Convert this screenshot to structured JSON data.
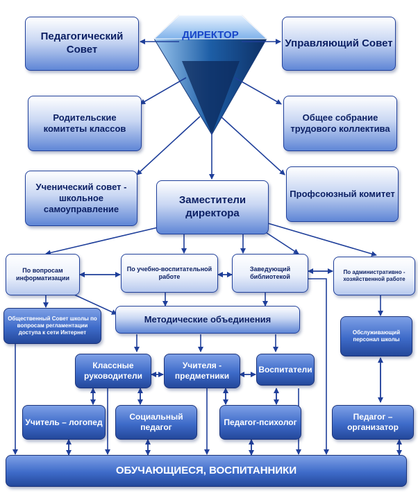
{
  "director": "ДИРЕКТОР",
  "boxes": {
    "ped_council": "Педагогический Совет",
    "manage_council": "Управляющий Совет",
    "parent_committees": "Родительские комитеты классов",
    "general_meeting": "Общее собрание трудового коллектива",
    "student_council": "Ученический совет - школьное самоуправление",
    "trade_union": "Профсоюзный комитет",
    "deputies": "Заместители директора",
    "info_questions": "По вопросам информатизации",
    "educational_work": "По учебно-воспитательной работе",
    "library_head": "Заведующий библиотекой",
    "admin_work": "По административно - хозяйственной работе",
    "public_council": "Общественный Совет школы по вопросам регламентации доступа к сети Интернет",
    "method_unions": "Методические объединения",
    "service_staff": "Обслуживающий персонал школы",
    "class_teachers": "Классные руководители",
    "subject_teachers": "Учителя - предметники",
    "educators": "Воспитатели",
    "speech_therapist": "Учитель – логопед",
    "social_pedagogue": "Социальный педагог",
    "psychologist": "Педагог-психолог",
    "organizer": "Педагог – организатор",
    "students": "ОБУЧАЮЩИЕСЯ, ВОСПИТАННИКИ"
  },
  "colors": {
    "line": "#1f3f9a",
    "text": "#0b1f63",
    "accent": "#1a47c8"
  }
}
